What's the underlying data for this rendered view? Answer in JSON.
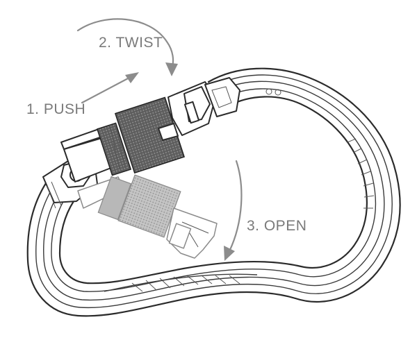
{
  "labels": {
    "step1": "1. PUSH",
    "step2": "2. TWIST",
    "step3": "3. OPEN"
  },
  "colors": {
    "outline": "#2b2b2b",
    "label": "#7a7a7a",
    "sleeve_dark": "#6b6b6b",
    "sleeve_light": "#b8b8b8"
  }
}
